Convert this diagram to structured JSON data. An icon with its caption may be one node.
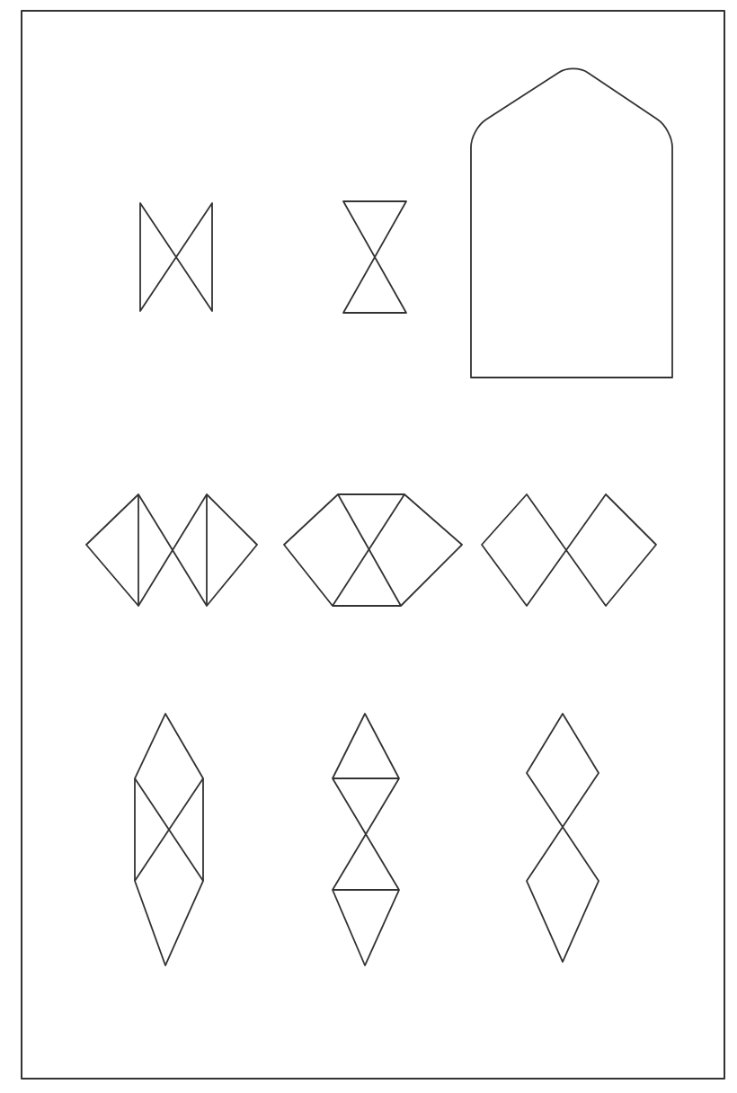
{
  "diagram": {
    "nodes": [
      {
        "text": [],
        "shape": "bowtie"
      },
      {
        "text": [],
        "shape": "hourglass"
      },
      {
        "text": [],
        "shape": "pentagon"
      },
      {
        "text": [],
        "shape": "rhombi"
      },
      {
        "text": [],
        "shape": "hexagon"
      },
      {
        "text": [],
        "shape": "diamonds"
      },
      {
        "text": [],
        "shape": "prism"
      },
      {
        "text": [],
        "shape": "triangles"
      },
      {
        "text": [],
        "shape": "lozenges"
      }
    ]
  }
}
